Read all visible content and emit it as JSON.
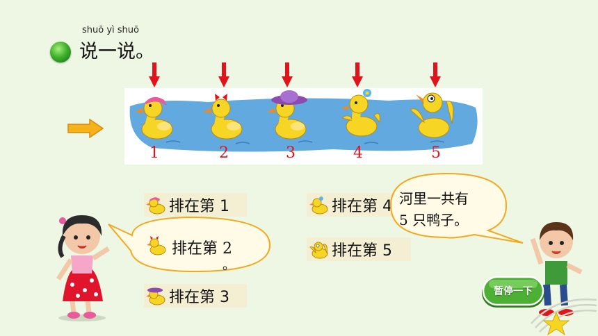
{
  "header": {
    "pinyin": "shuō yì shuō",
    "title": "说一说。"
  },
  "ducks": {
    "numbers": [
      "1",
      "2",
      "3",
      "4",
      "5"
    ]
  },
  "ranks": [
    {
      "label": "排在第 1"
    },
    {
      "label": "排在第 3"
    },
    {
      "label": "排在第 4"
    },
    {
      "label": "排在第 5"
    }
  ],
  "girl_bubble": {
    "line1": "排在第 2",
    "line2": "。"
  },
  "boy_bubble": {
    "line1": "河里一共有",
    "line2": "5 只鸭子。"
  },
  "pause_button": {
    "label": "暂停一下"
  },
  "colors": {
    "accent_red": "#e0141a",
    "water": "#62a9e0",
    "duck": "#f7d524",
    "button_green": "#3a9a2c"
  }
}
